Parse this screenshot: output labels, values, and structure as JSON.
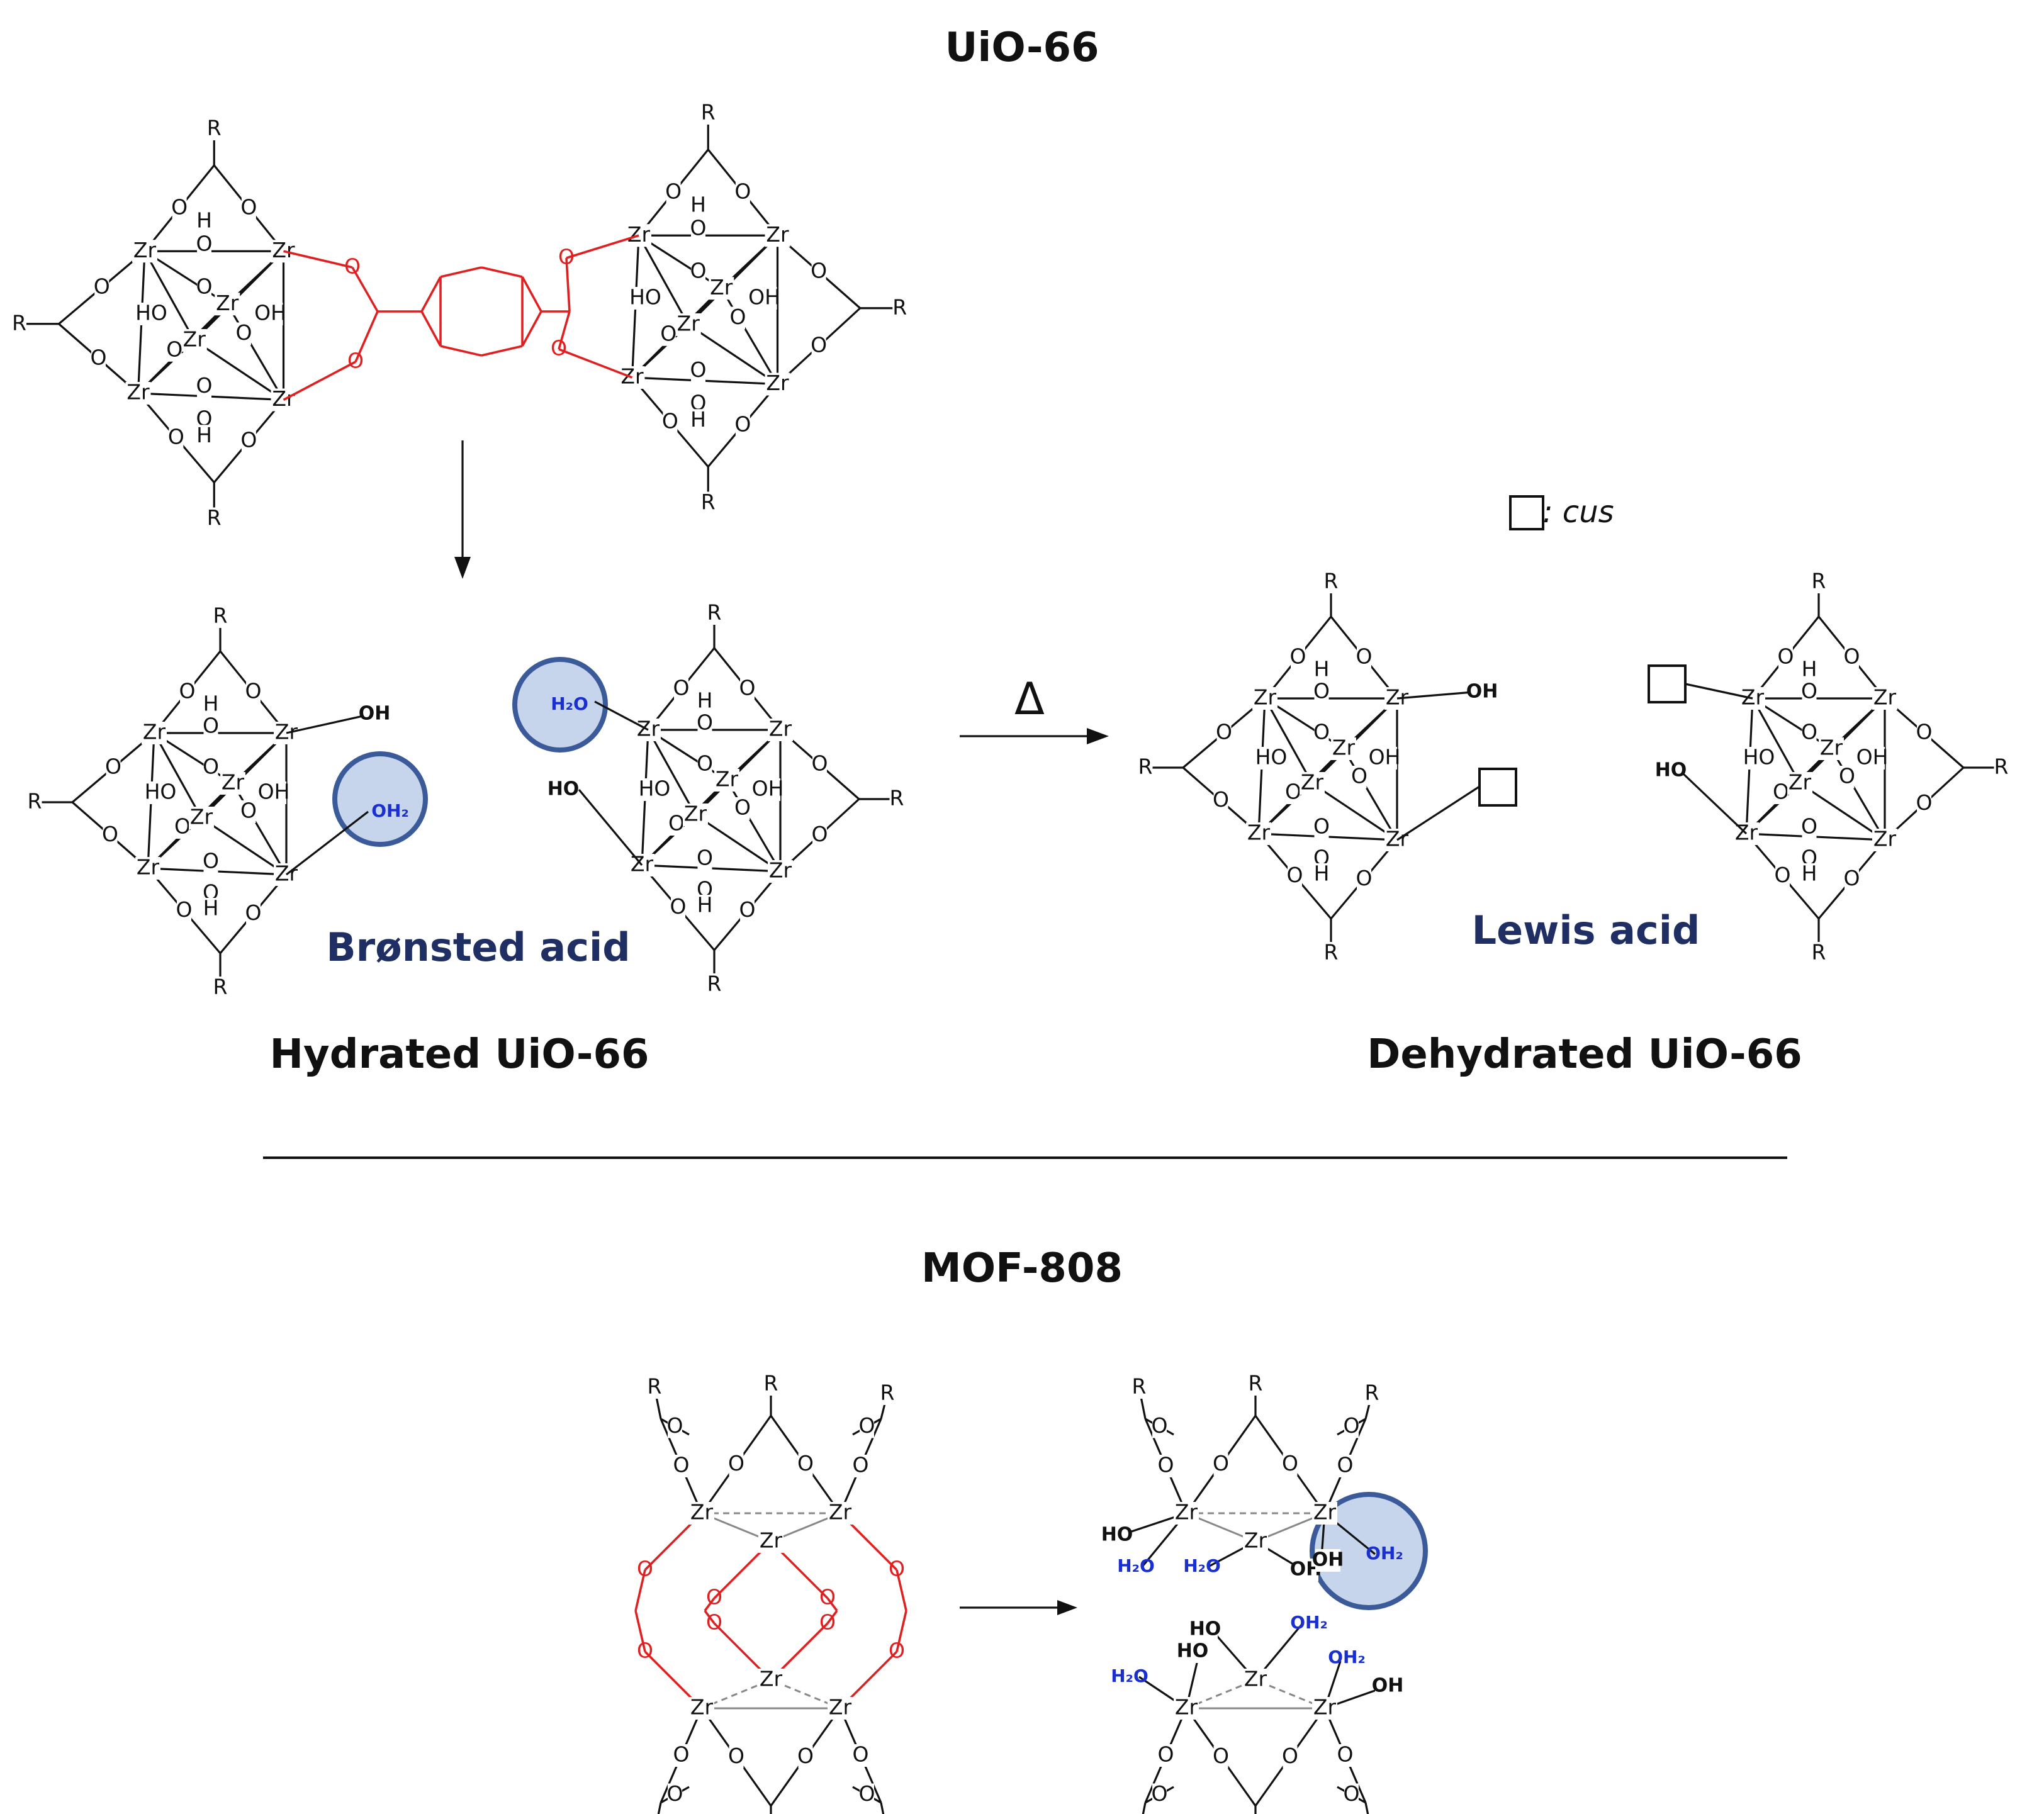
{
  "titles": {
    "uio66": "UiO-66",
    "mof808": "MOF-808",
    "hydrated": "Hydrated UiO-66",
    "dehydrated": "Dehydrated UiO-66"
  },
  "labels": {
    "bronsted": "Brønsted acid",
    "lewis": "Lewis acid",
    "delta": "Δ",
    "cus_legend": ": cus"
  },
  "atoms": {
    "zr": "Zr",
    "o": "O",
    "h": "H",
    "oh": "OH",
    "ho": "HO",
    "r": "R",
    "h2o": "H₂O",
    "oh2": "OH₂"
  },
  "colors": {
    "linker": "#e02020",
    "water": "#1a2fd0",
    "highlight_fill": "#c6d4ec",
    "highlight_stroke": "#3a5a9a",
    "acid_label": "#1f2f63"
  }
}
